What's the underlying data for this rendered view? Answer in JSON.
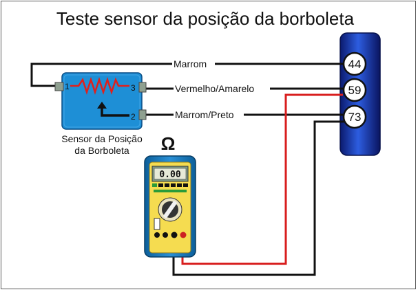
{
  "title": "Teste sensor da posição da borboleta",
  "sensor": {
    "caption_line1": "Sensor da Posição",
    "caption_line2": "da Borboleta",
    "pins": [
      "1",
      "2",
      "3"
    ]
  },
  "wires": [
    {
      "label": "Marrom"
    },
    {
      "label": "Vermelho/Amarelo"
    },
    {
      "label": "Marrom/Preto"
    }
  ],
  "ecu_pins": [
    "44",
    "59",
    "73"
  ],
  "multimeter": {
    "display_value": "0.00",
    "mode_symbol": "Ω"
  },
  "colors": {
    "sensor_body": "#1e8fd6",
    "resistor": "#e0201c",
    "ecu_blue": "#1a2f9e",
    "probe_red": "#d81e1e",
    "meter_yellow": "#f5dc50"
  }
}
